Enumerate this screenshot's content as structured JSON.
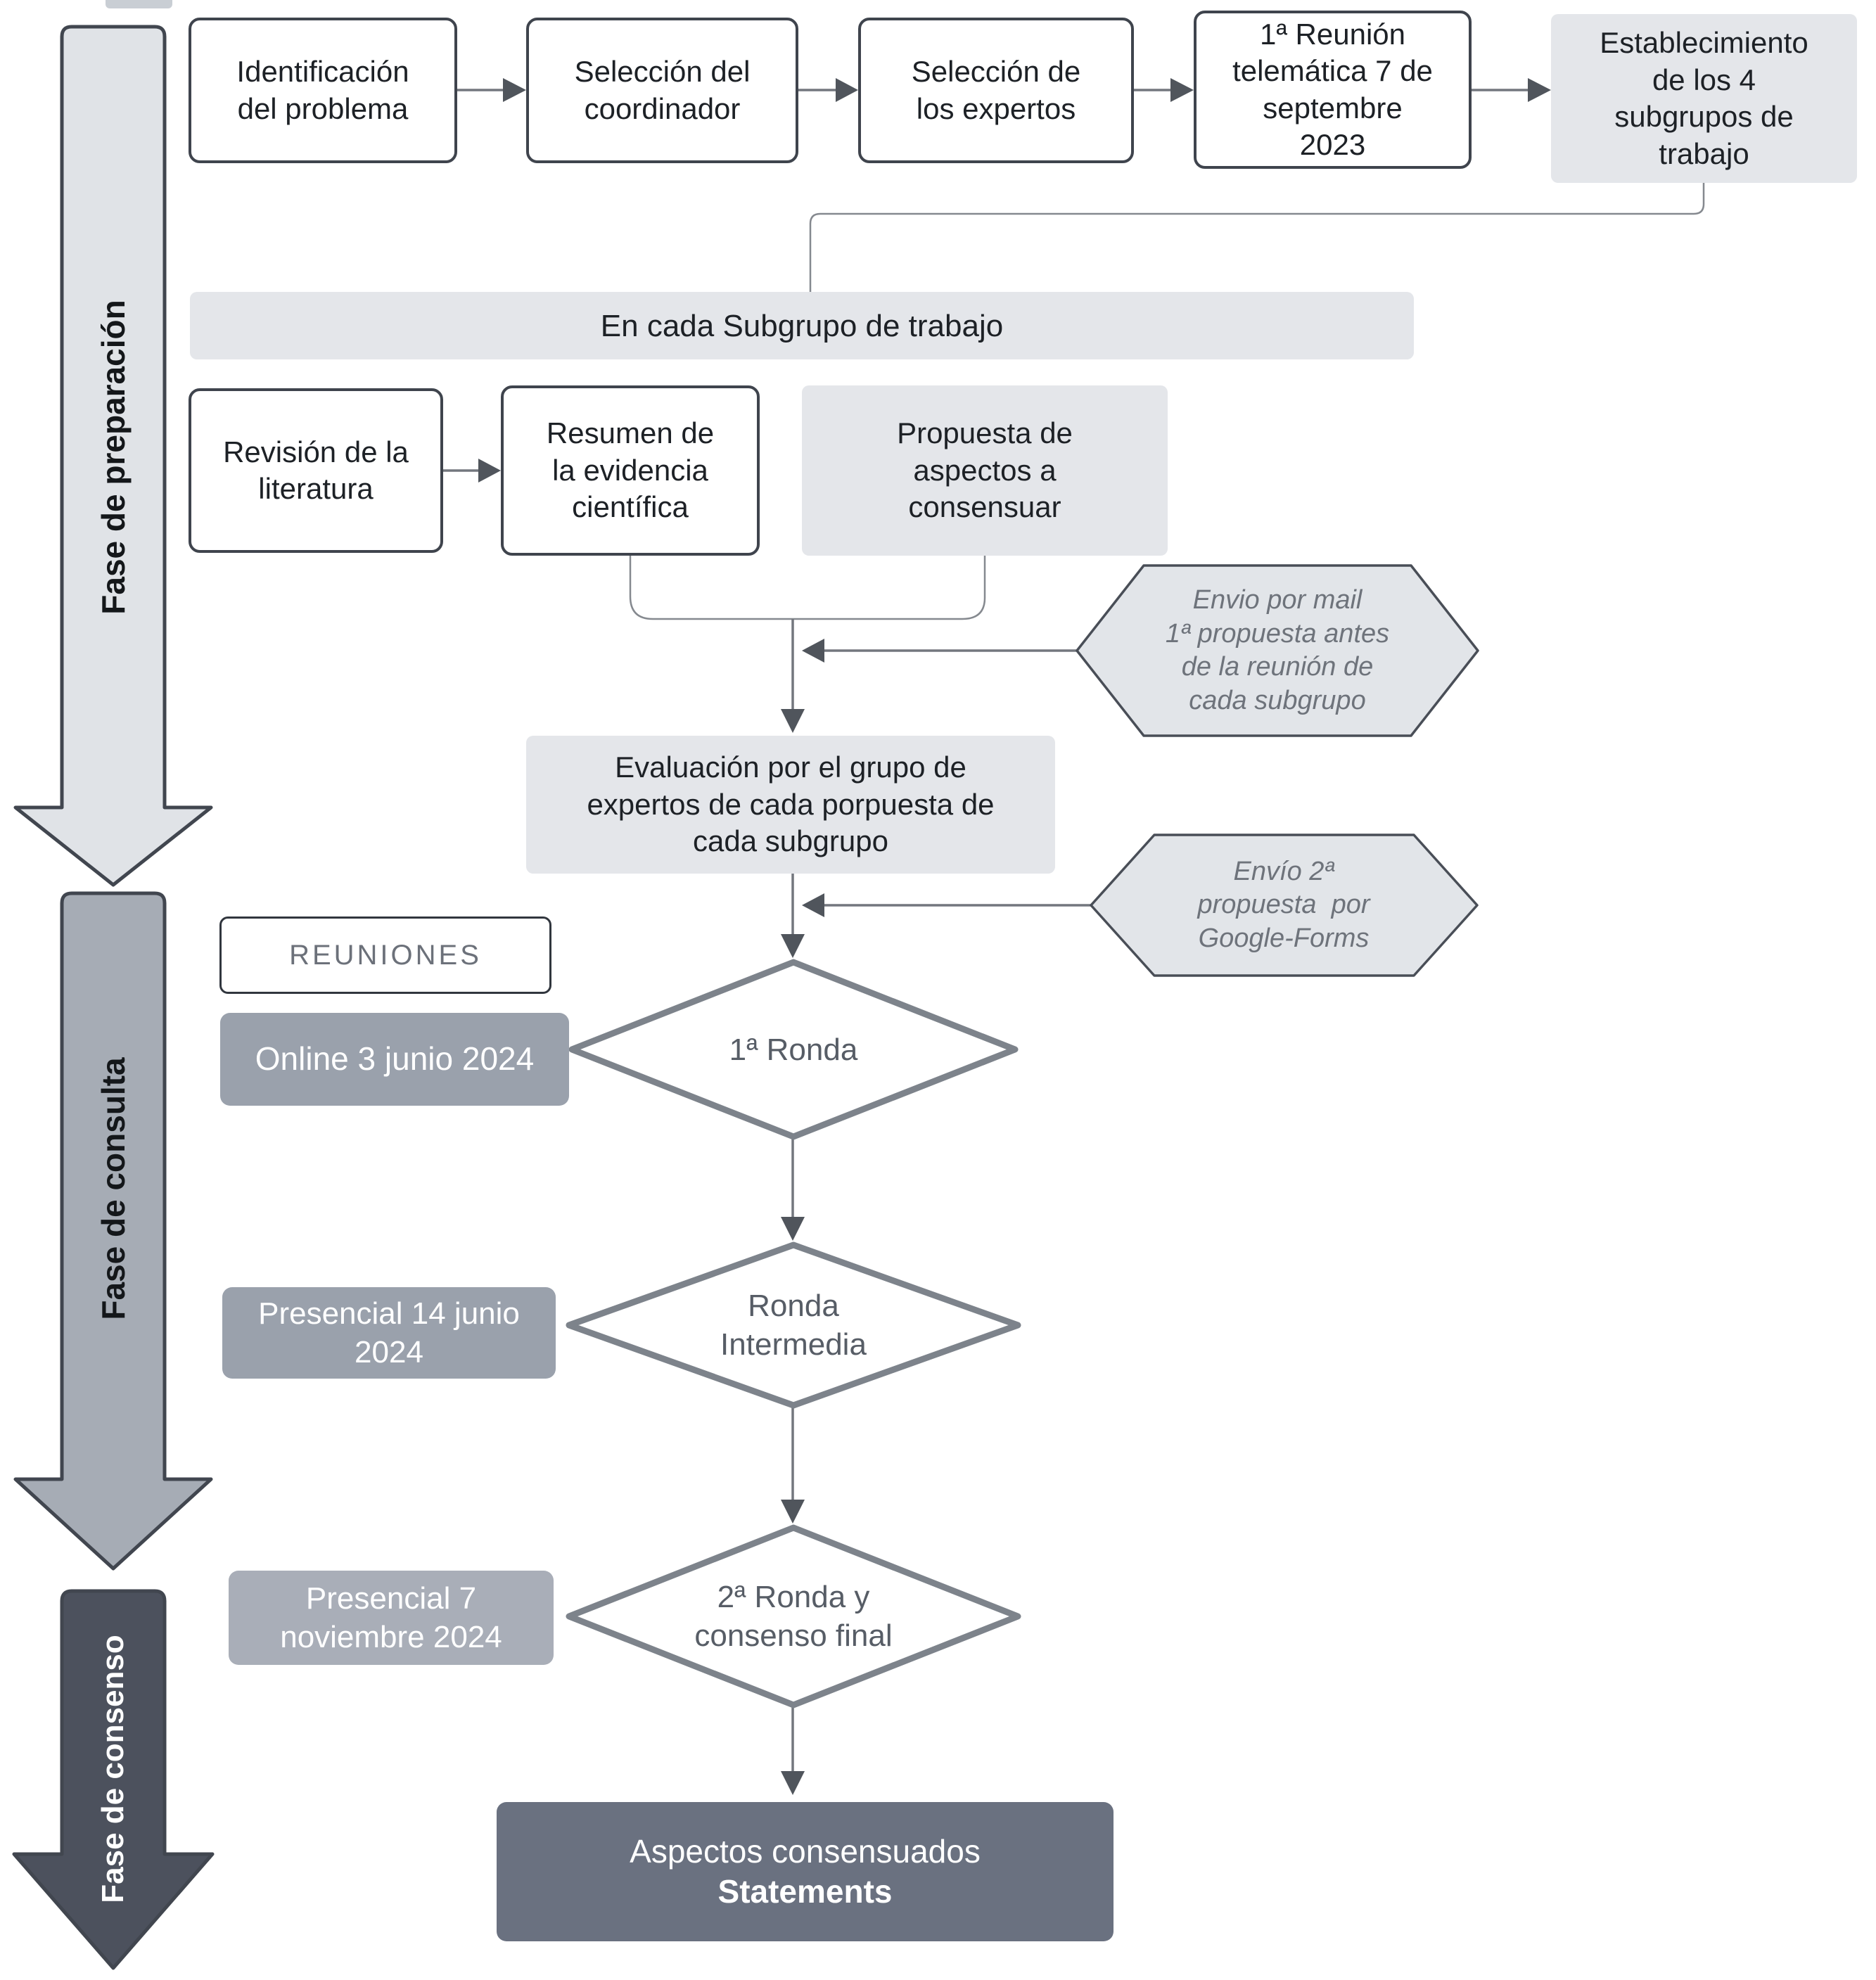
{
  "phases": {
    "preparation": "Fase de preparación",
    "consultation": "Fase de consulta",
    "consensus": "Fase de consenso"
  },
  "top_row": {
    "box1": {
      "lines": [
        "Identificación",
        "del problema"
      ]
    },
    "box2": {
      "lines": [
        "Selección del",
        "coordinador"
      ]
    },
    "box3": {
      "lines": [
        "Selección de",
        "los expertos"
      ]
    },
    "box4": {
      "lines": [
        "1ª Reunión",
        "telemática 7 de",
        "septembre",
        "2023"
      ]
    },
    "box5": {
      "lines": [
        "Establecimiento",
        "de los 4",
        "subgrupos de",
        "trabajo"
      ]
    }
  },
  "banner": "En cada Subgrupo de trabajo",
  "subgroup_row": {
    "review": {
      "lines": [
        "Revisión de la",
        "literatura"
      ]
    },
    "summary": {
      "lines": [
        "Resumen de",
        "la evidencia",
        "científica"
      ]
    },
    "proposal": {
      "lines": [
        "Propuesta de",
        "aspectos a",
        "consensuar"
      ]
    }
  },
  "callouts": {
    "mail": {
      "lines": [
        "Envio por mail",
        "1ª propuesta antes",
        "de la reunión de",
        "cada subgrupo"
      ]
    },
    "forms": {
      "lines": [
        "Envío 2ª",
        "propuesta  por",
        "Google-Forms"
      ]
    }
  },
  "evaluation": {
    "lines": [
      "Evaluación por el grupo de",
      "expertos de cada porpuesta de",
      "cada subgrupo"
    ]
  },
  "meetings": {
    "title": "REUNIONES",
    "online": "Online 3 junio 2024",
    "presencial14": {
      "lines": [
        "Presencial 14 junio",
        "2024"
      ]
    },
    "presencial7": {
      "lines": [
        "Presencial 7",
        "noviembre 2024"
      ]
    }
  },
  "rounds": {
    "first": "1ª Ronda",
    "intermediate": {
      "lines": [
        "Ronda",
        "Intermedia"
      ]
    },
    "final": {
      "lines": [
        "2ª Ronda y",
        "consenso final"
      ]
    }
  },
  "result": {
    "line1": "Aspectos consensuados",
    "line2": "Statements"
  },
  "colors": {
    "light_gray_fill": "#e4e6ea",
    "hexagon_fill": "#e2e5e9",
    "medium_gray_fill": "#9aa1ac",
    "medium_gray_fill_alt": "#a9aeb8",
    "slate_fill": "#6a7180",
    "phase1_arrow_fill": "#e0e3e7",
    "phase2_arrow_fill": "#a6acb5",
    "phase3_arrow_fill": "#4c515d",
    "outline_dark": "#3f444d",
    "diamond_stroke": "#7d838b",
    "connector": "#73777e",
    "muted_text": "#6c717a"
  }
}
